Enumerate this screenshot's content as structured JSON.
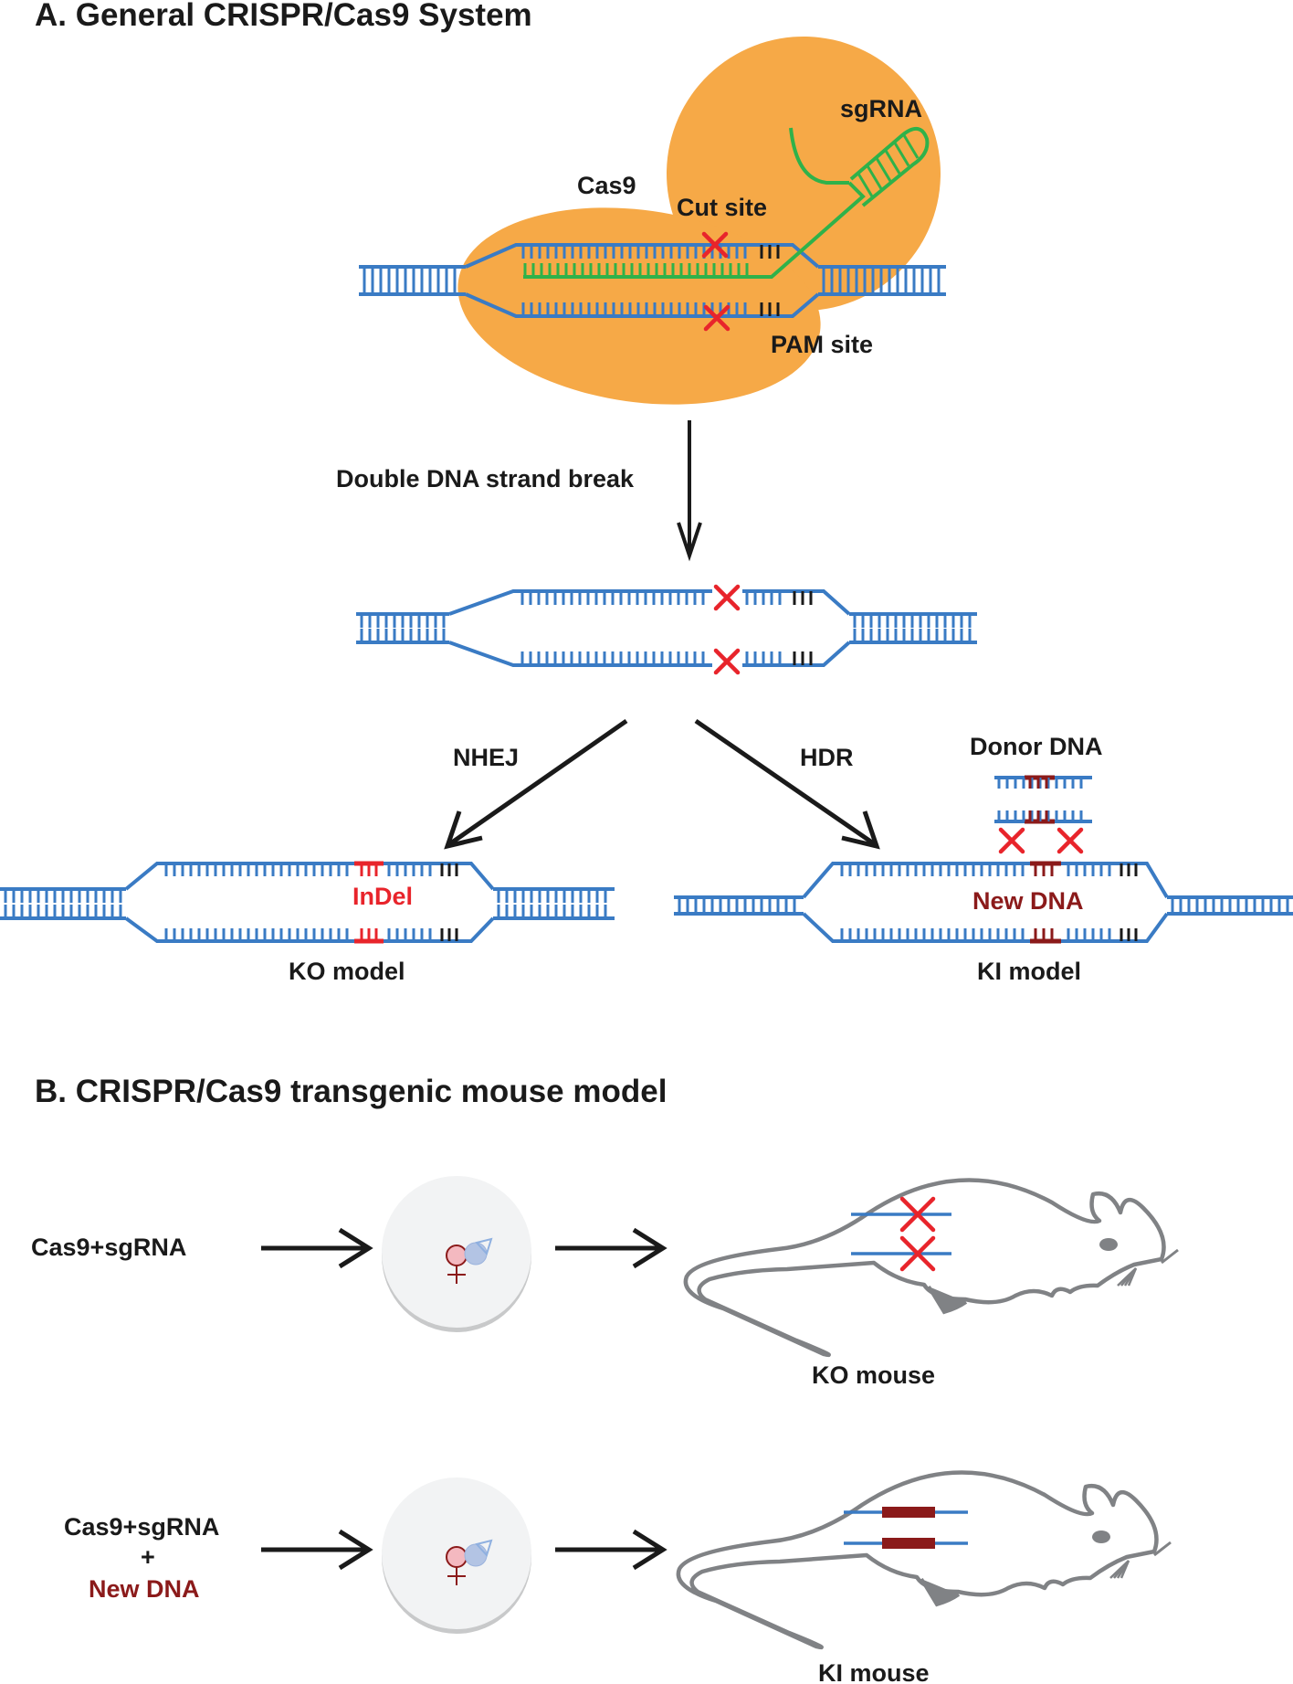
{
  "colors": {
    "dna": "#3a7bc4",
    "pam": "#1a1a1a",
    "cas9": "#f6a947",
    "sgrna": "#2fb24a",
    "cut": "#e8242b",
    "new_dna": "#8b1a1a",
    "mouse": "#808285",
    "embryo": "#f2f3f4",
    "text": "#1a1a1a"
  },
  "section_a": {
    "title": "A. General CRISPR/Cas9 System",
    "complex": {
      "cas9_label": "Cas9",
      "sgrna_label": "sgRNA",
      "cut_site_label": "Cut site",
      "pam_site_label": "PAM site"
    },
    "step_label": "Double DNA strand break",
    "pathways": {
      "nhej_label": "NHEJ",
      "hdr_label": "HDR",
      "donor_label": "Donor DNA"
    },
    "ko_model": {
      "mutation_label": "InDel",
      "caption": "KO model"
    },
    "ki_model": {
      "insert_label": "New DNA",
      "caption": "KI model"
    }
  },
  "section_b": {
    "title": "B. CRISPR/Cas9 transgenic mouse model",
    "rows": [
      {
        "input_lines": [
          "Cas9+sgRNA"
        ],
        "embryo_icon": "fertilized-egg-icon",
        "mouse_caption": "KO mouse",
        "genotype": "knockout"
      },
      {
        "input_lines": [
          "Cas9+sgRNA",
          "+",
          "New DNA"
        ],
        "embryo_icon": "fertilized-egg-icon",
        "mouse_caption": "KI mouse",
        "genotype": "knockin"
      }
    ]
  }
}
